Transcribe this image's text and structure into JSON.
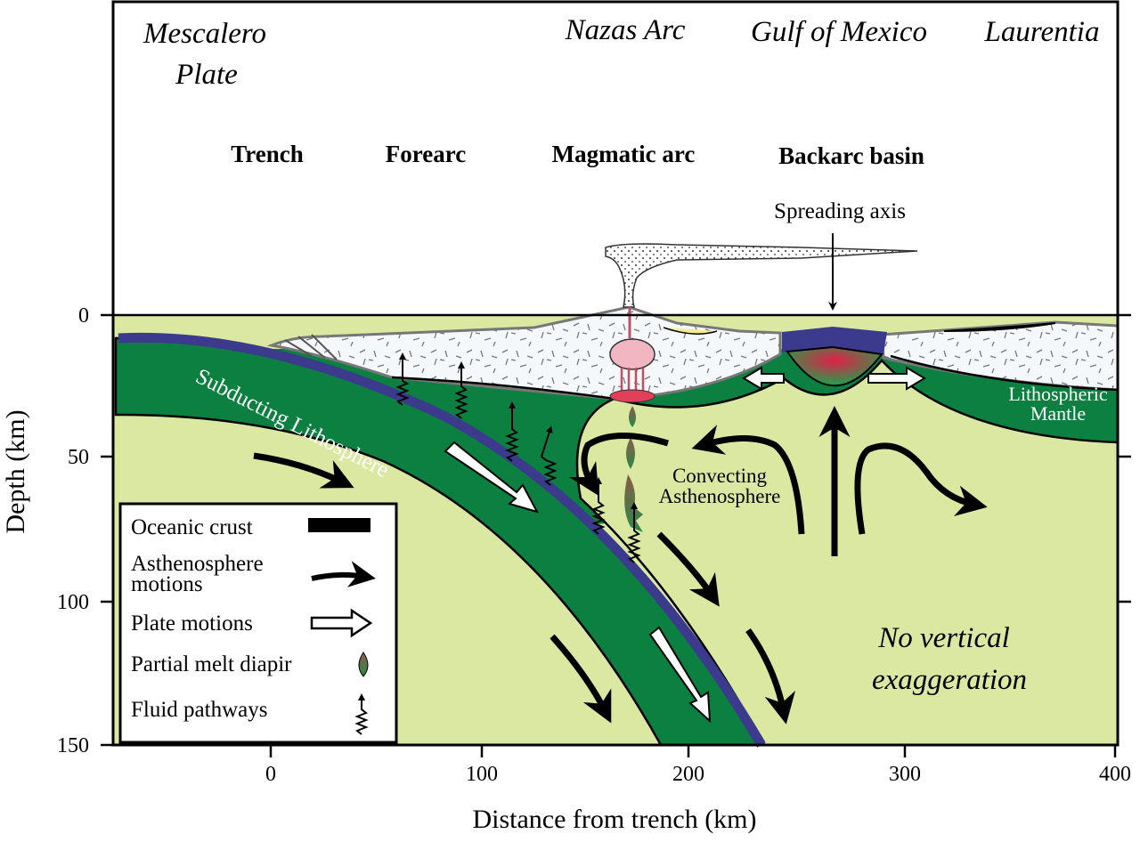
{
  "regions": {
    "mescalero_line1": "Mescalero",
    "mescalero_line2": "Plate",
    "nazas_arc": "Nazas Arc",
    "gulf_of_mexico": "Gulf of Mexico",
    "laurentia": "Laurentia"
  },
  "zones": {
    "trench": "Trench",
    "forearc": "Forearc",
    "magmatic_arc": "Magmatic arc",
    "backarc_basin": "Backarc basin"
  },
  "annotations": {
    "spreading_axis": "Spreading axis",
    "subducting_lithosphere": "Subducting Lithosphere",
    "convecting_line1": "Convecting",
    "convecting_line2": "Asthenosphere",
    "lithospheric_line1": "Lithospheric",
    "lithospheric_line2": "Mantle",
    "no_vertical_line1": "No vertical",
    "no_vertical_line2": "exaggeration"
  },
  "axes": {
    "xlabel": "Distance from trench (km)",
    "ylabel": "Depth (km)",
    "x_ticks": [
      "0",
      "100",
      "200",
      "300",
      "400"
    ],
    "y_ticks": [
      "0",
      "50",
      "100",
      "150"
    ]
  },
  "legend": {
    "oceanic_crust": "Oceanic crust",
    "asthenosphere_line1": "Asthenosphere",
    "asthenosphere_line2": "motions",
    "plate_motions": "Plate motions",
    "partial_melt": "Partial melt diapir",
    "fluid_pathways": "Fluid pathways"
  },
  "colors": {
    "lithosphere": "#0b8040",
    "asthenosphere": "#dae8a2",
    "oceanic_crust": "#3b3a8c",
    "magma": "#e0607a"
  }
}
